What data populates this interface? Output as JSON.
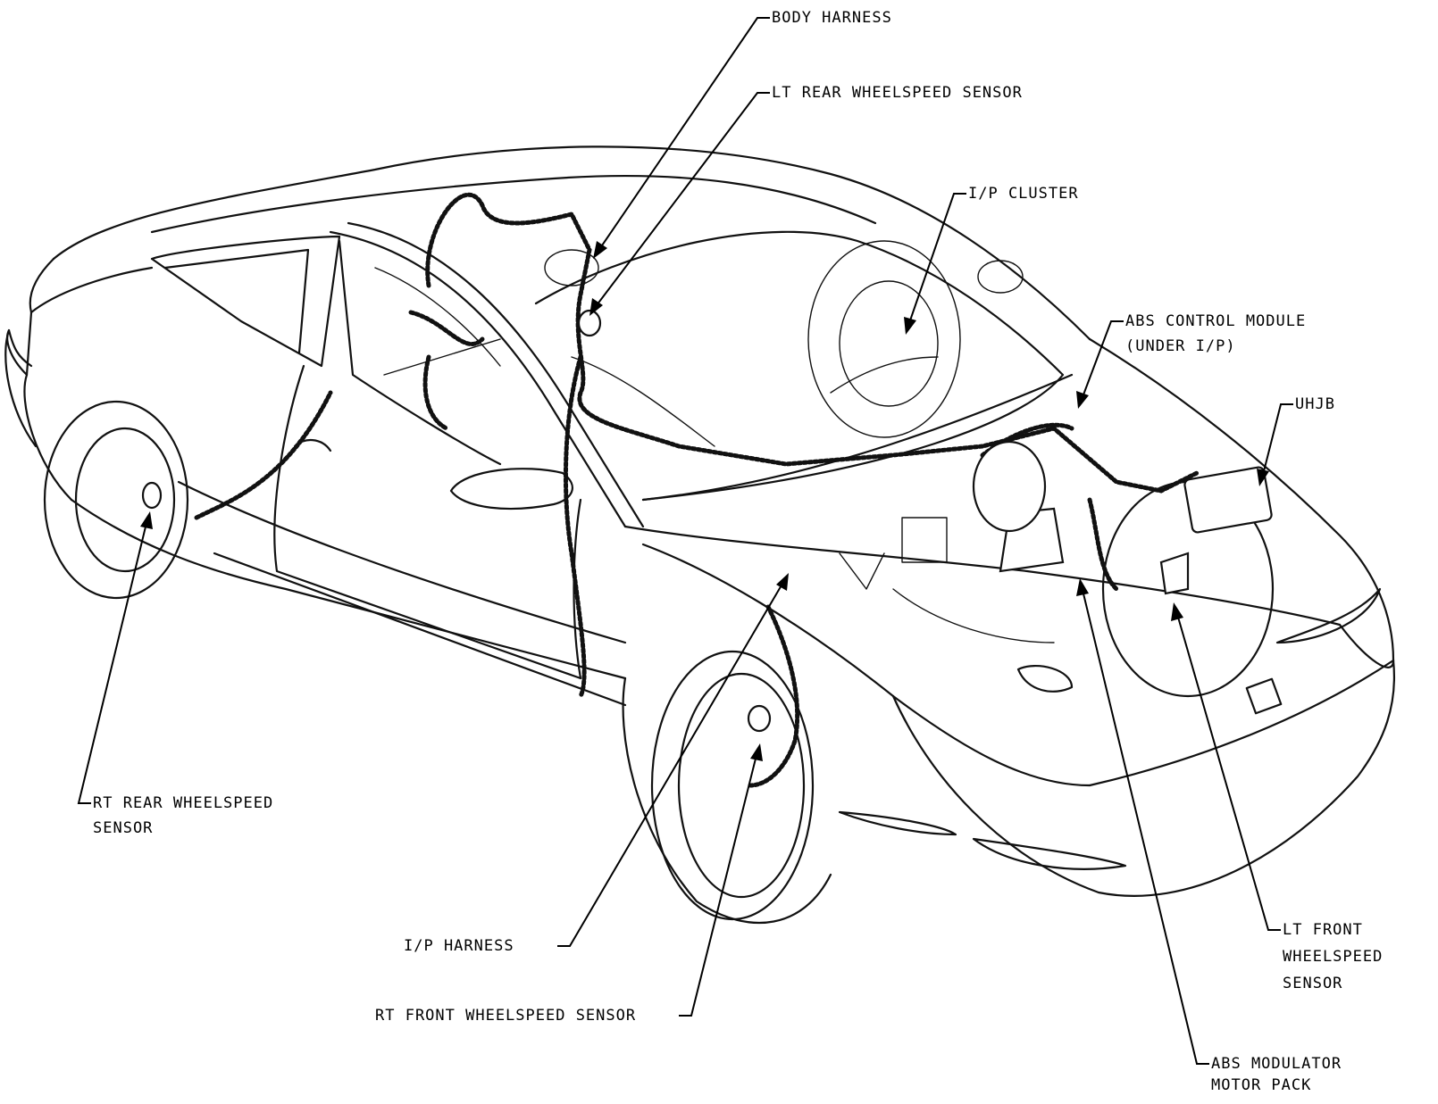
{
  "diagram": {
    "labels": {
      "body_harness": "BODY HARNESS",
      "lt_rear_wheelspeed_sensor": "LT REAR WHEELSPEED SENSOR",
      "ip_cluster": "I/P CLUSTER",
      "abs_control_module_line1": "ABS CONTROL MODULE",
      "abs_control_module_line2": "(UNDER I/P)",
      "uhjb": "UHJB",
      "rt_rear_wheelspeed_line1": "RT REAR WHEELSPEED",
      "rt_rear_wheelspeed_line2": "SENSOR",
      "ip_harness": "I/P HARNESS",
      "rt_front_wheelspeed_sensor": "RT FRONT WHEELSPEED SENSOR",
      "lt_front_line1": "LT FRONT",
      "lt_front_line2": "WHEELSPEED",
      "lt_front_line3": "SENSOR",
      "abs_modulator_line1": "ABS MODULATOR",
      "abs_modulator_line2": "MOTOR PACK"
    }
  }
}
